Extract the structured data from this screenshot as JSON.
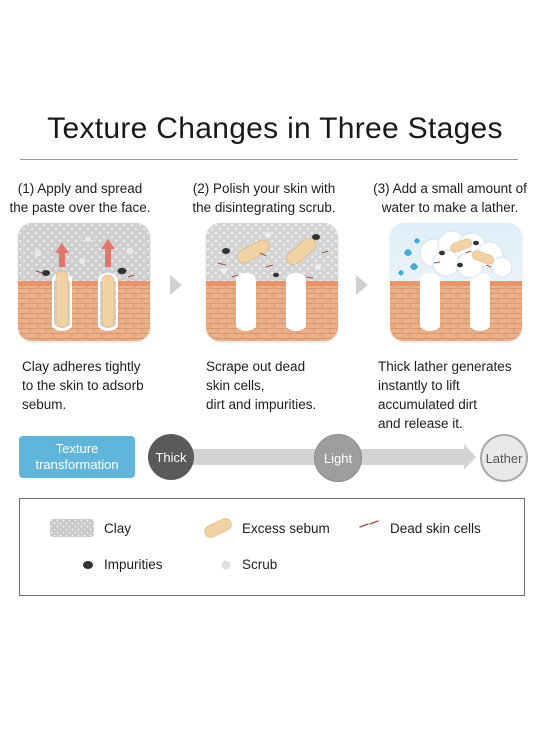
{
  "title": "Texture Changes in Three Stages",
  "steps": [
    {
      "heading": "(1) Apply and spread\nthe paste over the face.",
      "caption": "Clay adheres tightly\nto the skin to adsorb\nsebum."
    },
    {
      "heading": "(2) Polish your skin with\nthe disintegrating scrub.",
      "caption": "Scrape out dead\nskin cells,\ndirt and impurities."
    },
    {
      "heading": "(3) Add a small amount of\nwater to make a lather.",
      "caption": "Thick lather generates\ninstantly to lift\naccumulated dirt\nand release it."
    }
  ],
  "texture": {
    "label": "Texture\ntransformation",
    "stages": [
      "Thick",
      "Light",
      "Lather"
    ]
  },
  "legend": {
    "clay": "Clay",
    "sebum": "Excess sebum",
    "dead_cells": "Dead skin cells",
    "impurities": "Impurities",
    "scrub": "Scrub"
  },
  "colors": {
    "clay": "#c9c9c9",
    "skin": "#e8a47a",
    "sebum": "#f0d2a4",
    "impurity": "#3a3a3a",
    "arrow": "#e26a5e",
    "accent_blue": "#5fb6da",
    "water": "#4aa9d6"
  }
}
